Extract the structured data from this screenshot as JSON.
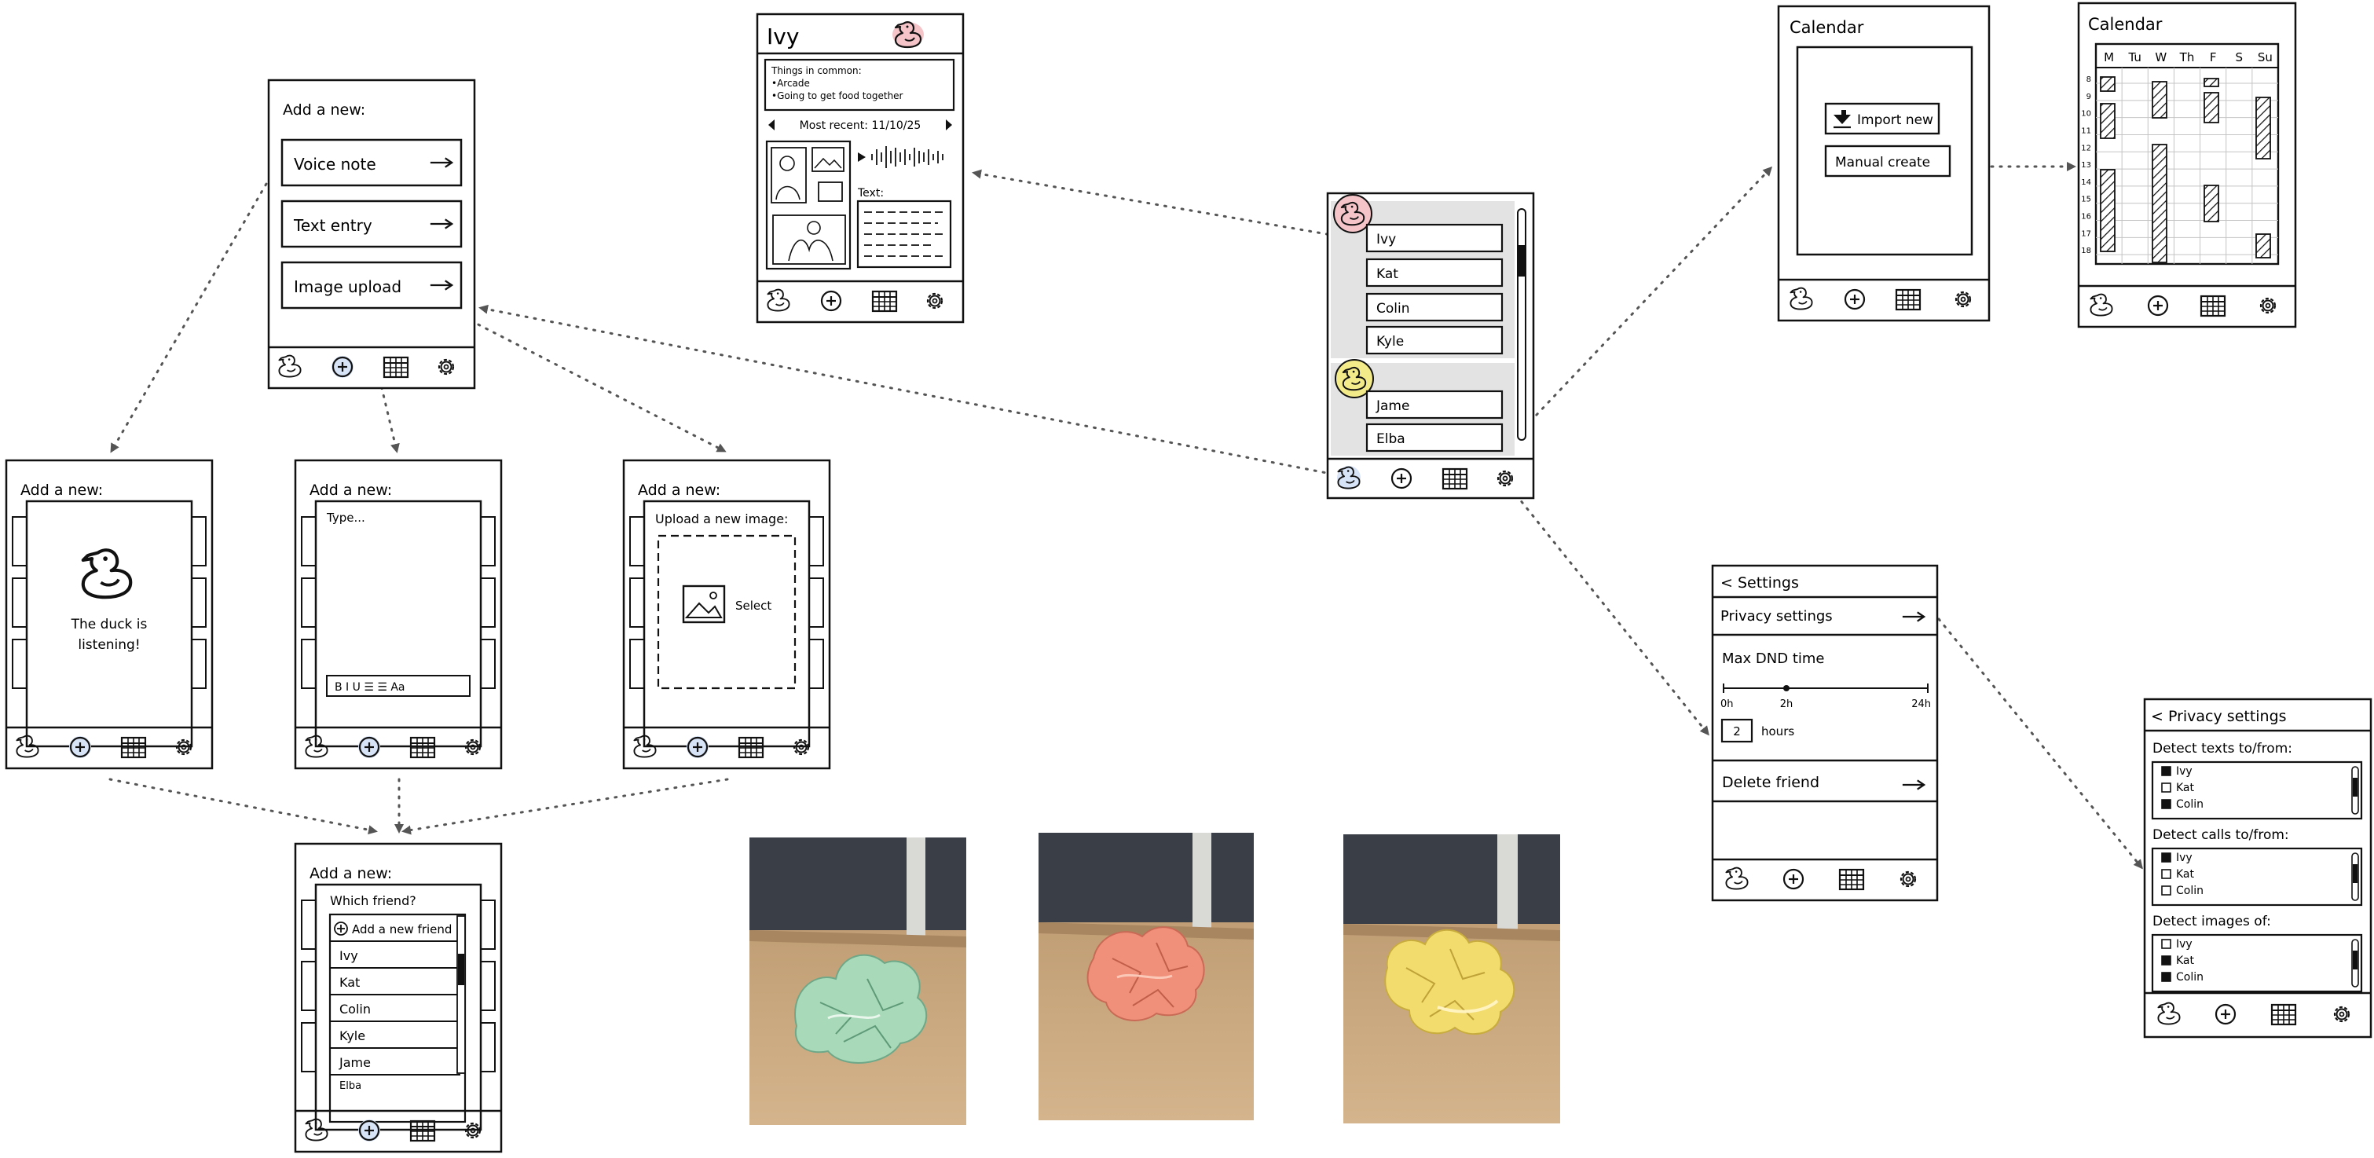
{
  "add_menu": {
    "title": "Add a new:",
    "options": [
      "Voice note",
      "Text entry",
      "Image upload"
    ]
  },
  "voice_screen": {
    "title": "Add a new:",
    "message_line1": "The duck is",
    "message_line2": "listening!"
  },
  "text_screen": {
    "title": "Add a new:",
    "placeholder": "Type...",
    "format_bar": "B I U ☰ ☰ Aa"
  },
  "image_screen": {
    "title": "Add a new:",
    "heading": "Upload a new image:",
    "select_label": "Select"
  },
  "friend_select": {
    "title": "Add a new:",
    "question": "Which friend?",
    "add_new": "Add a new friend",
    "friends": [
      "Ivy",
      "Kat",
      "Colin",
      "Kyle",
      "Jame",
      "Elba"
    ]
  },
  "friend_detail": {
    "name": "Ivy",
    "common_heading": "Things in common:",
    "common_items": [
      "•Arcade",
      "•Going to get food together"
    ],
    "recent_label": "Most recent: 11/10/25",
    "text_label": "Text:"
  },
  "friend_list": {
    "group1": [
      "Ivy",
      "Kat",
      "Colin",
      "Kyle"
    ],
    "group2": [
      "Jame",
      "Elba"
    ]
  },
  "calendar_import": {
    "title": "Calendar",
    "import_button": "Import new",
    "manual_button": "Manual create"
  },
  "calendar_view": {
    "title": "Calendar",
    "days": [
      "M",
      "Tu",
      "W",
      "Th",
      "F",
      "S",
      "Su"
    ],
    "hours": [
      "8",
      "9",
      "10",
      "11",
      "12",
      "13",
      "14",
      "15",
      "16",
      "17",
      "18"
    ]
  },
  "settings": {
    "back_title": "< Settings",
    "privacy_item": "Privacy settings",
    "dnd_label": "Max DND time",
    "slider_labels": [
      "0h",
      "2h",
      "24h"
    ],
    "hours_value": "2",
    "hours_unit": "hours",
    "delete_item": "Delete friend"
  },
  "privacy": {
    "back_title": "< Privacy settings",
    "sections": [
      {
        "heading": "Detect texts to/from:",
        "items": [
          "Ivy",
          "Kat",
          "Colin"
        ],
        "checked": [
          true,
          false,
          true
        ]
      },
      {
        "heading": "Detect calls to/from:",
        "items": [
          "Ivy",
          "Kat",
          "Colin"
        ],
        "checked": [
          true,
          false,
          false
        ]
      },
      {
        "heading": "Detect images of:",
        "items": [
          "Ivy",
          "Kat",
          "Colin"
        ],
        "checked": [
          false,
          true,
          true
        ]
      }
    ]
  },
  "colors": {
    "ink": "#111111",
    "panel_gray": "#e3e3e3",
    "duck_pink": "#f4c4c8",
    "duck_yellow": "#f3ea8a",
    "paper_green": "#a8d9b8",
    "paper_orange": "#f0907a",
    "paper_yellow": "#f2dc6e",
    "table_wood": "#c7a57d",
    "wall_dark": "#3a3f47"
  }
}
